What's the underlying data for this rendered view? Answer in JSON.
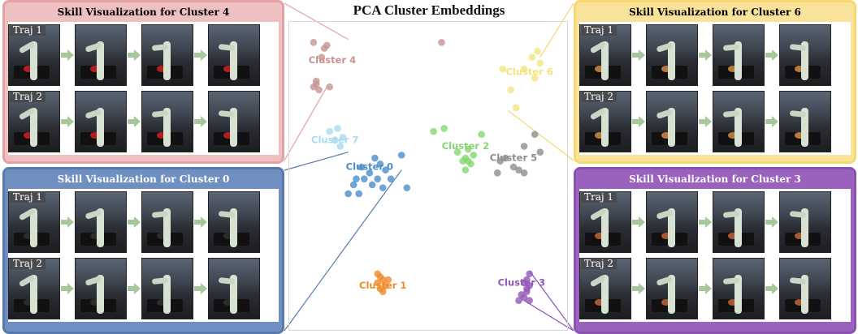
{
  "chart_data": {
    "type": "scatter",
    "title": "PCA Cluster Embeddings",
    "xlabel": "",
    "ylabel": "",
    "xlim": [
      0,
      100
    ],
    "ylim": [
      0,
      100
    ],
    "grid": false,
    "series": [
      {
        "name": "Cluster 0",
        "color": "#4a8ec9",
        "label_at": [
          28,
          52
        ],
        "points": [
          [
            30,
            56
          ],
          [
            32,
            54
          ],
          [
            28,
            51
          ],
          [
            26,
            49
          ],
          [
            31,
            49
          ],
          [
            34,
            52
          ],
          [
            22,
            47
          ],
          [
            24,
            44
          ],
          [
            20,
            44
          ],
          [
            36,
            49
          ],
          [
            42,
            46
          ],
          [
            40,
            57
          ],
          [
            25,
            53
          ],
          [
            29,
            47
          ],
          [
            33,
            46
          ],
          [
            23,
            49
          ]
        ]
      },
      {
        "name": "Cluster 1",
        "color": "#ef8a2a",
        "label_at": [
          33,
          12
        ],
        "points": [
          [
            32,
            16
          ],
          [
            33,
            15
          ],
          [
            31,
            14
          ],
          [
            34,
            13
          ],
          [
            32,
            12
          ],
          [
            33,
            11
          ],
          [
            35,
            15
          ],
          [
            31,
            17
          ]
        ]
      },
      {
        "name": "Cluster 2",
        "color": "#86d670",
        "label_at": [
          64,
          59
        ],
        "points": [
          [
            52,
            65
          ],
          [
            56,
            66
          ],
          [
            61,
            58
          ],
          [
            64,
            56
          ],
          [
            65,
            55
          ],
          [
            66,
            54
          ],
          [
            67,
            57
          ],
          [
            65,
            59
          ],
          [
            64,
            52
          ],
          [
            70,
            64
          ],
          [
            63,
            55
          ]
        ]
      },
      {
        "name": "Cluster 3",
        "color": "#9257b8",
        "label_at": [
          85,
          13
        ],
        "points": [
          [
            88,
            17
          ],
          [
            87,
            15
          ],
          [
            86,
            14
          ],
          [
            88,
            13
          ],
          [
            87,
            11
          ],
          [
            85,
            10
          ],
          [
            86,
            9
          ],
          [
            84,
            8
          ],
          [
            88,
            8
          ],
          [
            87,
            12
          ]
        ]
      },
      {
        "name": "Cluster 4",
        "color": "#c59491",
        "label_at": [
          14,
          88
        ],
        "points": [
          [
            7,
            95
          ],
          [
            11,
            93
          ],
          [
            12,
            94
          ],
          [
            10,
            90
          ],
          [
            8,
            81
          ],
          [
            7,
            80
          ],
          [
            9,
            79
          ],
          [
            8,
            82
          ],
          [
            13,
            80
          ],
          [
            55,
            95
          ]
        ]
      },
      {
        "name": "Cluster 5",
        "color": "#8d8d8d",
        "label_at": [
          82,
          55
        ],
        "points": [
          [
            79,
            56
          ],
          [
            86,
            60
          ],
          [
            90,
            64
          ],
          [
            82,
            53
          ],
          [
            84,
            52
          ],
          [
            86,
            51
          ],
          [
            76,
            51
          ],
          [
            77,
            55
          ],
          [
            92,
            58
          ]
        ]
      },
      {
        "name": "Cluster 6",
        "color": "#f4e47f",
        "label_at": [
          88,
          84
        ],
        "points": [
          [
            91,
            92
          ],
          [
            89,
            90
          ],
          [
            92,
            88
          ],
          [
            86,
            86
          ],
          [
            90,
            83
          ],
          [
            81,
            79
          ],
          [
            83,
            73
          ],
          [
            78,
            86
          ]
        ]
      },
      {
        "name": "Cluster 7",
        "color": "#a9dcee",
        "label_at": [
          15,
          61
        ],
        "points": [
          [
            13,
            65
          ],
          [
            15,
            62
          ],
          [
            17,
            60
          ],
          [
            16,
            66
          ],
          [
            18,
            63
          ]
        ]
      }
    ]
  },
  "panels": {
    "cluster4": {
      "title": "Skill Visualization for Cluster 4",
      "border": "#e3a3a5",
      "header": "#efc0c2",
      "object": "#b01e1e"
    },
    "cluster0": {
      "title": "Skill Visualization for Cluster 0",
      "border": "#5879ad",
      "header": "#6f8fc1",
      "object": "#2c2c2c"
    },
    "cluster6": {
      "title": "Skill Visualization for Cluster 6",
      "border": "#f6d772",
      "header": "#f9e39a",
      "object": "#b5793f"
    },
    "cluster3": {
      "title": "Skill Visualization for Cluster 3",
      "border": "#8a52b0",
      "header": "#9a62bd",
      "object": "#a4592e"
    }
  },
  "traj_labels": {
    "traj1": "Traj 1",
    "traj2": "Traj 2"
  },
  "arrow_color": "#a6c79a"
}
